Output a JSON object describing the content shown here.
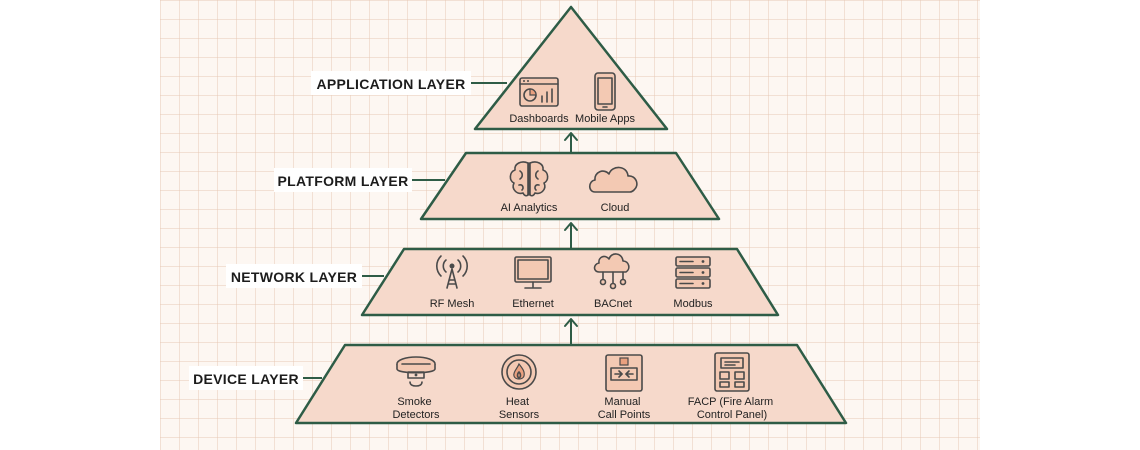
{
  "colors": {
    "layer_fill": "#f6d9cb",
    "outline": "#2e5c46",
    "icon_stroke": "#4a4a4a",
    "icon_fill": "#f3c9b3",
    "grid_background": "#fdf7f2"
  },
  "layers": [
    {
      "name": "APPLICATION LAYER",
      "items": [
        {
          "label": "Dashboards",
          "icon": "dashboard-icon"
        },
        {
          "label": "Mobile Apps",
          "icon": "mobile-phone-icon"
        }
      ]
    },
    {
      "name": "PLATFORM LAYER",
      "items": [
        {
          "label": "AI Analytics",
          "icon": "brain-icon"
        },
        {
          "label": "Cloud",
          "icon": "cloud-icon"
        }
      ]
    },
    {
      "name": "NETWORK LAYER",
      "items": [
        {
          "label": "RF Mesh",
          "icon": "radio-tower-icon"
        },
        {
          "label": "Ethernet",
          "icon": "monitor-icon"
        },
        {
          "label": "BACnet",
          "icon": "cloud-network-icon"
        },
        {
          "label": "Modbus",
          "icon": "server-rack-icon"
        }
      ]
    },
    {
      "name": "DEVICE LAYER",
      "items": [
        {
          "label_lines": [
            "Smoke",
            "Detectors"
          ],
          "icon": "smoke-detector-icon"
        },
        {
          "label_lines": [
            "Heat",
            "Sensors"
          ],
          "icon": "heat-sensor-icon"
        },
        {
          "label_lines": [
            "Manual",
            "Call Points"
          ],
          "icon": "manual-call-point-icon"
        },
        {
          "label_lines": [
            "FACP (Fire Alarm",
            "Control Panel)"
          ],
          "icon": "control-panel-icon"
        }
      ]
    }
  ]
}
